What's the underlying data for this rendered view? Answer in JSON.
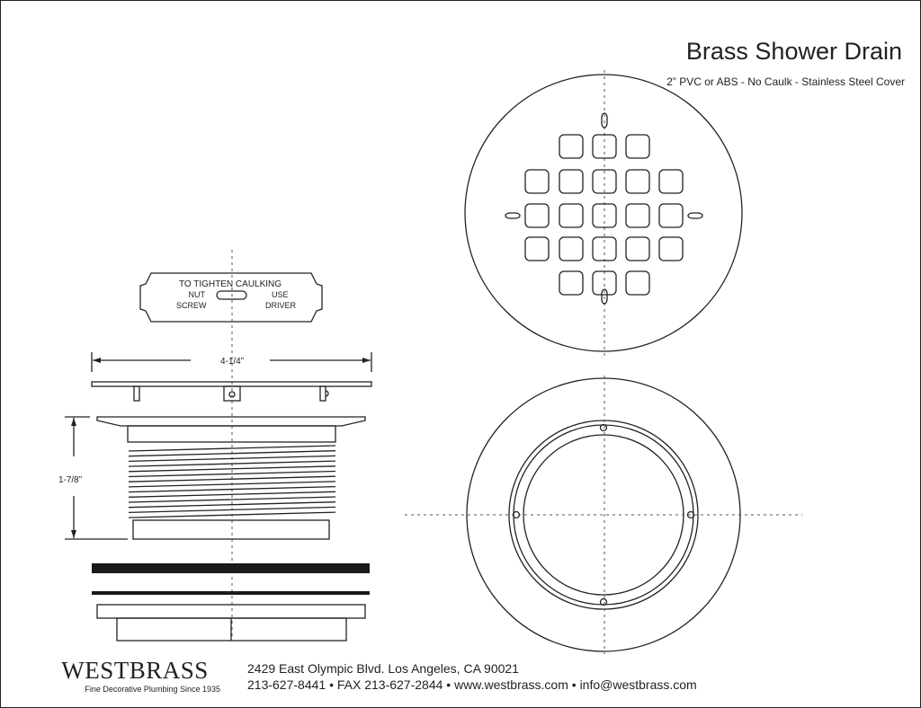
{
  "title": "Brass Shower Drain",
  "subtitle": "2” PVC or ABS - No Caulk - Stainless Steel Cover",
  "label_plate": {
    "line1": "TO  TIGHTEN CAULKING",
    "nut": "NUT",
    "screw": "SCREW",
    "use": "USE",
    "driver": "DRIVER"
  },
  "dimensions": {
    "width": "4-1/4”",
    "height": "1-7/8”"
  },
  "footer": {
    "brand": "WESTBRASS",
    "tagline": "Fine Decorative Plumbing Since 1935",
    "address": "2429 East Olympic Blvd. Los Angeles, CA  90021",
    "contact": "213-627-8441 • FAX 213-627-2844 • www.westbrass.com • info@westbrass.com"
  },
  "colors": {
    "line": "#222222",
    "background": "#ffffff"
  }
}
